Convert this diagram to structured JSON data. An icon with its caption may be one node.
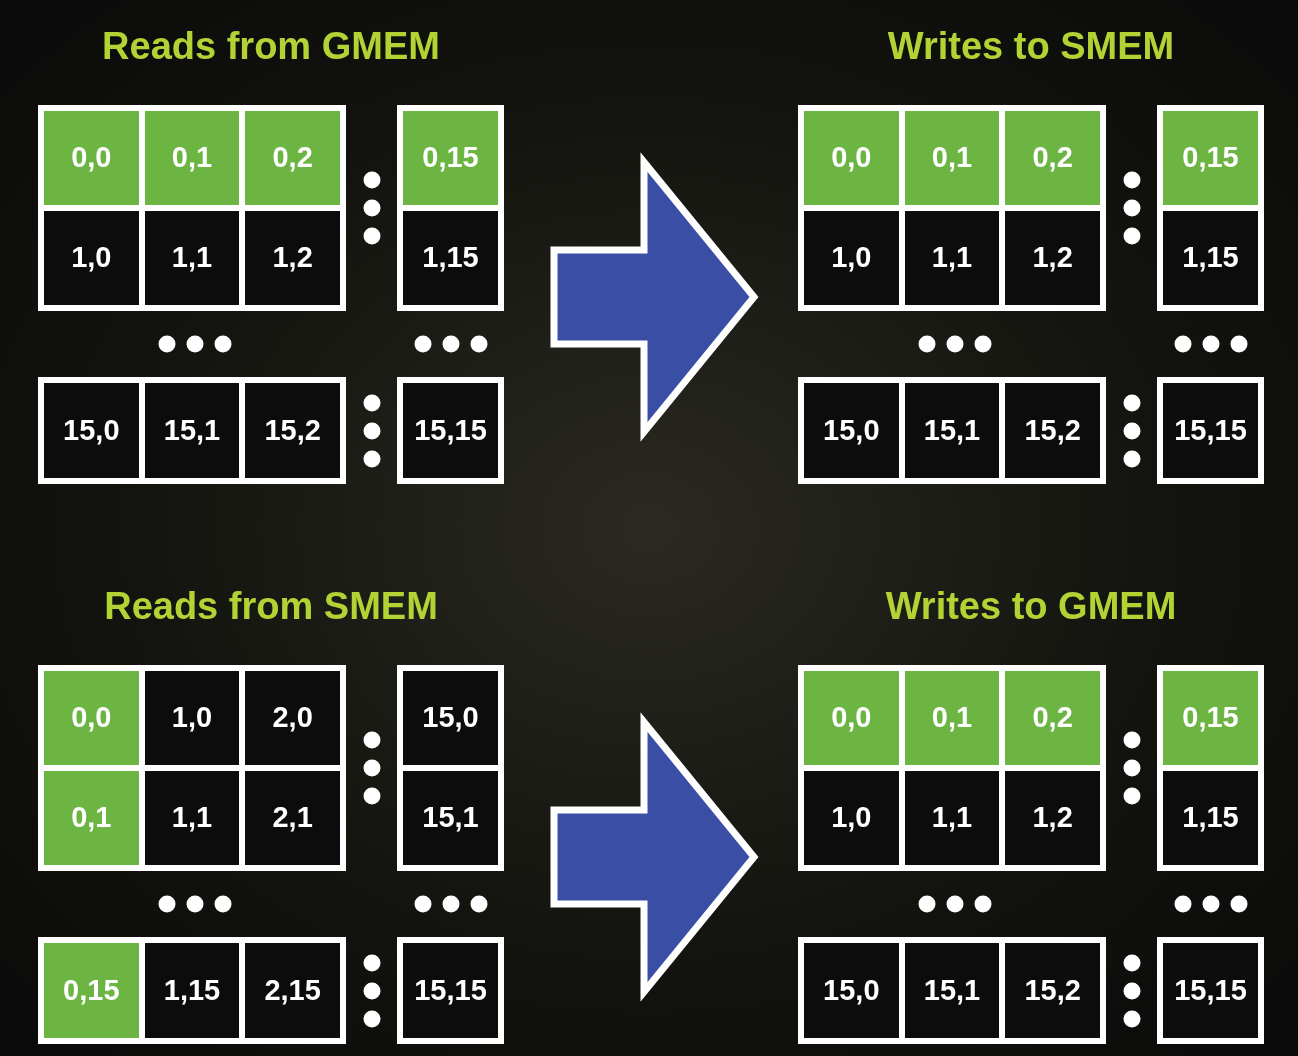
{
  "diagram": {
    "nodes": [
      {
        "text": [],
        "shape": "box"
      },
      {
        "text": [
          "0,0"
        ],
        "in": 0
      },
      {
        "text": [
          "0,1"
        ],
        "in": 0
      },
      {
        "text": [
          "0,2"
        ],
        "in": 0
      },
      {
        "text": [
          "1,0"
        ],
        "in": 0
      },
      {
        "text": [
          "1,1"
        ],
        "in": 0
      },
      {
        "text": [
          "1,2"
        ],
        "in": 0
      },
      {
        "text": [],
        "shape": "box"
      },
      {
        "text": [
          "0,15"
        ],
        "in": 7
      },
      {
        "text": [
          "1,15"
        ],
        "in": 7
      },
      {
        "text": [],
        "shape": "box"
      },
      {
        "text": [
          "15,0"
        ],
        "in": 10
      },
      {
        "text": [
          "15,1"
        ],
        "in": 10
      },
      {
        "text": [
          "15,2"
        ],
        "in": 10
      },
      {
        "text": [],
        "shape": "box"
      },
      {
        "text": [
          "15,15"
        ],
        "in": 14
      },
      {
        "text": [],
        "shape": "box"
      },
      {
        "text": [
          "0,0"
        ],
        "in": 16
      },
      {
        "text": [
          "0,1"
        ],
        "in": 16
      },
      {
        "text": [
          "0,2"
        ],
        "in": 16
      },
      {
        "text": [
          "1,0"
        ],
        "in": 16
      },
      {
        "text": [
          "1,1"
        ],
        "in": 16
      },
      {
        "text": [
          "1,2"
        ],
        "in": 16
      },
      {
        "text": [],
        "shape": "box"
      },
      {
        "text": [
          "0,15"
        ],
        "in": 23
      },
      {
        "text": [
          "1,15"
        ],
        "in": 23
      },
      {
        "text": [],
        "shape": "box"
      },
      {
        "text": [
          "15,0"
        ],
        "in": 26
      },
      {
        "text": [
          "15,1"
        ],
        "in": 26
      },
      {
        "text": [
          "15,2"
        ],
        "in": 26
      },
      {
        "text": [],
        "shape": "box"
      },
      {
        "text": [
          "15,15"
        ],
        "in": 30
      },
      {
        "text": [],
        "shape": "box"
      },
      {
        "text": [
          "0,0"
        ],
        "in": 32
      },
      {
        "text": [
          "1,0"
        ],
        "in": 32
      },
      {
        "text": [
          "2,0"
        ],
        "in": 32
      },
      {
        "text": [
          "0,1"
        ],
        "in": 32
      },
      {
        "text": [
          "1,1"
        ],
        "in": 32
      },
      {
        "text": [
          "2,1"
        ],
        "in": 32
      },
      {
        "text": [],
        "shape": "box"
      },
      {
        "text": [
          "15,0"
        ],
        "in": 39
      },
      {
        "text": [
          "15,1"
        ],
        "in": 39
      },
      {
        "text": [],
        "shape": "box"
      },
      {
        "text": [
          "0,15"
        ],
        "in": 42
      },
      {
        "text": [
          "1,15"
        ],
        "in": 42
      },
      {
        "text": [
          "2,15"
        ],
        "in": 42
      },
      {
        "text": [],
        "shape": "box"
      },
      {
        "text": [
          "15,15"
        ],
        "in": 46
      },
      {
        "text": [],
        "shape": "box"
      },
      {
        "text": [
          "0,0"
        ],
        "in": 48
      },
      {
        "text": [
          "0,1"
        ],
        "in": 48
      },
      {
        "text": [
          "0,2"
        ],
        "in": 48
      },
      {
        "text": [
          "1,0"
        ],
        "in": 48
      },
      {
        "text": [
          "1,1"
        ],
        "in": 48
      },
      {
        "text": [
          "1,2"
        ],
        "in": 48
      },
      {
        "text": [],
        "shape": "box"
      },
      {
        "text": [
          "0,15"
        ],
        "in": 55
      },
      {
        "text": [
          "1,15"
        ],
        "in": 55
      },
      {
        "text": [],
        "shape": "box"
      },
      {
        "text": [
          "15,0"
        ],
        "in": 58
      },
      {
        "text": [
          "15,1"
        ],
        "in": 58
      },
      {
        "text": [
          "15,2"
        ],
        "in": 58
      },
      {
        "text": [],
        "shape": "box"
      },
      {
        "text": [
          "15,15"
        ],
        "in": 62
      }
    ],
    "edges": [
      {
        "from": 7,
        "to": 16,
        "arrow": "to"
      },
      {
        "from": 39,
        "to": 48,
        "arrow": "to"
      }
    ],
    "labels": [
      "Reads from GMEM",
      "Writes to SMEM",
      "Reads from SMEM",
      "Writes to GMEM"
    ]
  }
}
